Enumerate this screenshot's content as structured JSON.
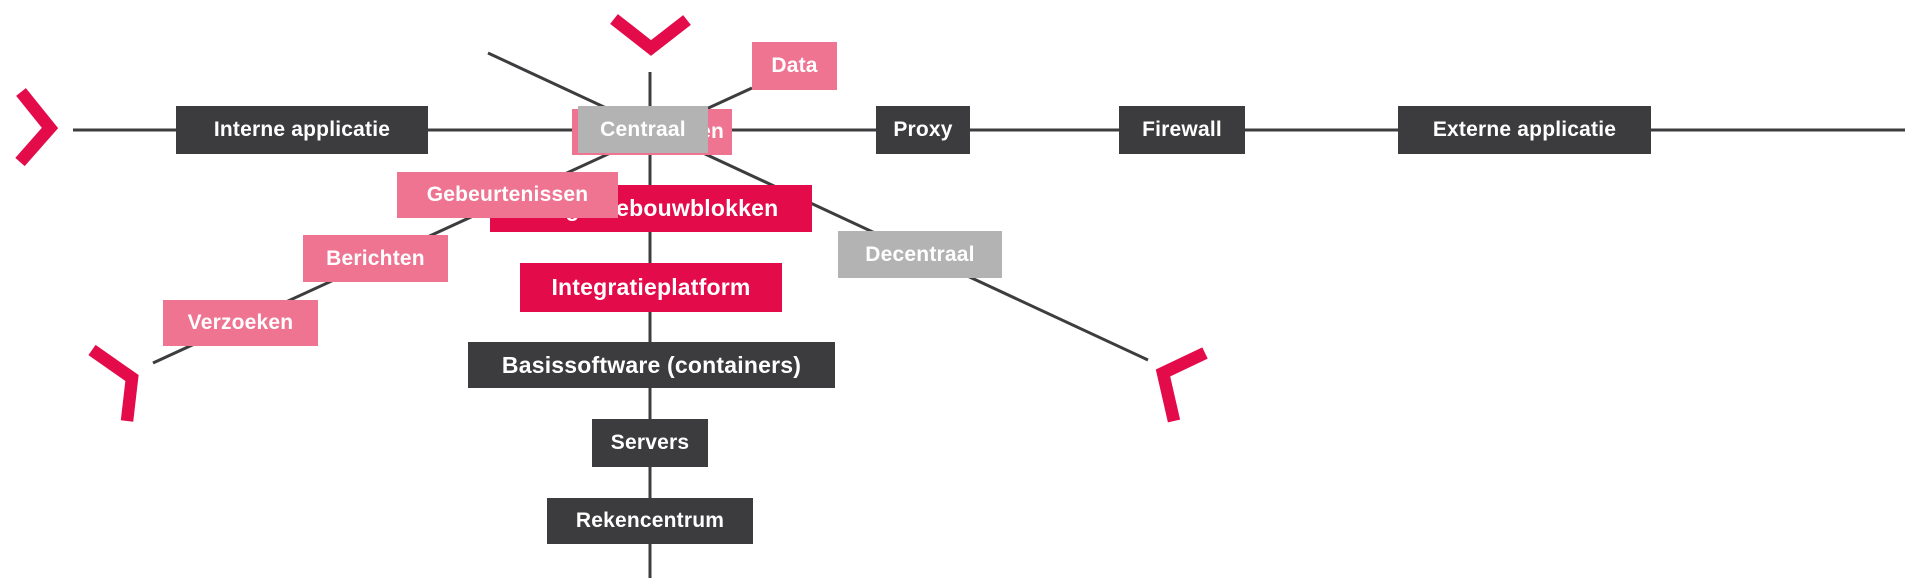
{
  "diagram": {
    "title_hint": "integration architecture diagram",
    "colors": {
      "dark": "#3c3b3d",
      "red": "#e30b4a",
      "pink": "#ef7491",
      "gray": "#b4b3b4",
      "line": "#3d3c3e",
      "text": "#ffffff",
      "background": "#ffffff"
    },
    "nodes": {
      "interne_applicatie": {
        "label": "Interne applicatie"
      },
      "proxy": {
        "label": "Proxy"
      },
      "firewall": {
        "label": "Firewall"
      },
      "externe_applicatie": {
        "label": "Externe applicatie"
      },
      "centraal": {
        "label": "Centraal"
      },
      "decentraal": {
        "label": "Decentraal"
      },
      "data": {
        "label": "Data"
      },
      "bestanden": {
        "label": "Bestanden"
      },
      "gebeurtenissen": {
        "label": "Gebeurtenissen"
      },
      "berichten": {
        "label": "Berichten"
      },
      "verzoeken": {
        "label": "Verzoeken"
      },
      "integratiebouwblokken": {
        "label": "Integratiebouwblokken"
      },
      "integratieplatform": {
        "label": "Integratieplatform"
      },
      "basissoftware": {
        "label": "Basissoftware (containers)"
      },
      "servers": {
        "label": "Servers"
      },
      "rekencentrum": {
        "label": "Rekencentrum"
      }
    }
  }
}
